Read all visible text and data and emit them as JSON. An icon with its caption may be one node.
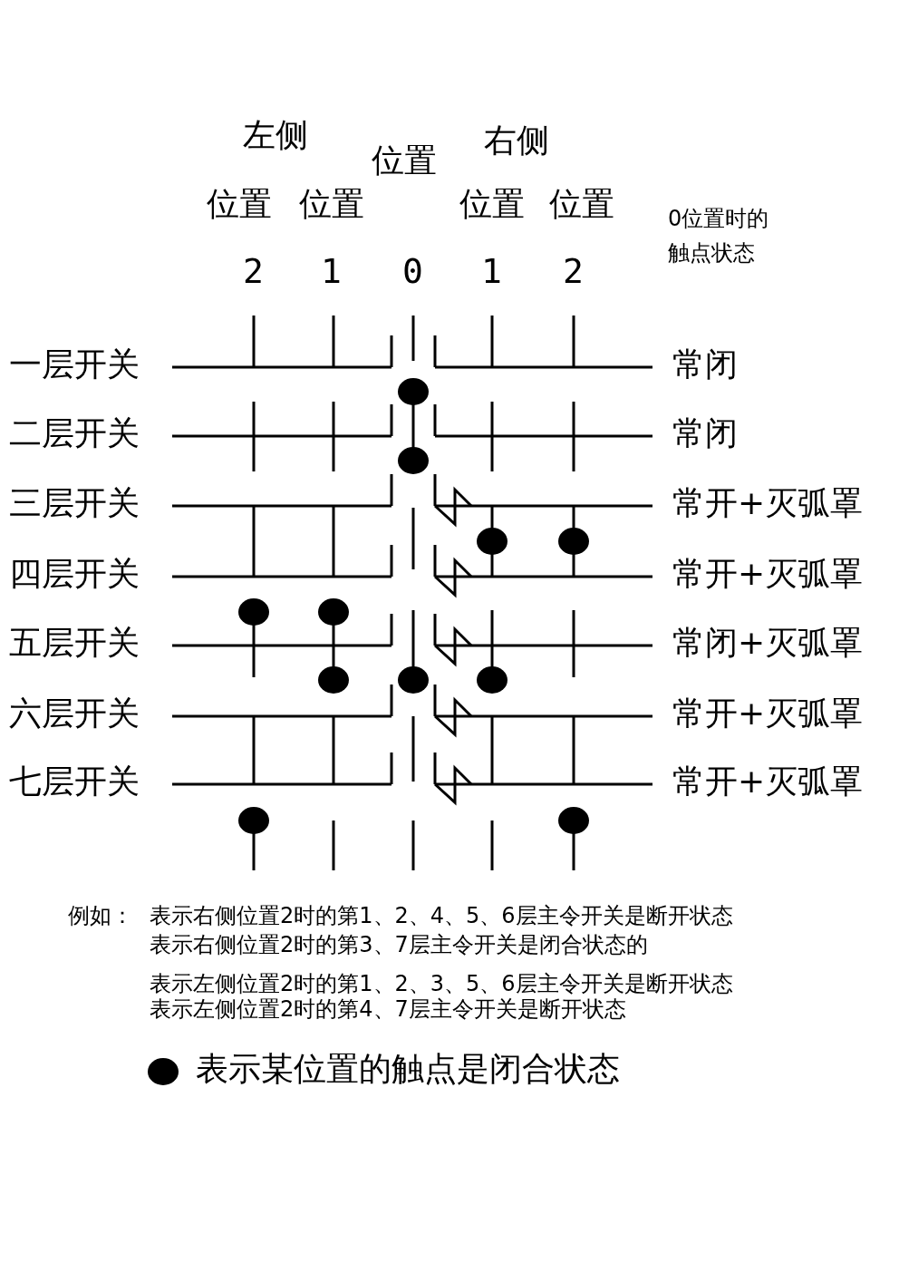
{
  "diagram": {
    "labels": [
      "左侧",
      "右侧",
      "位置",
      "位置",
      "位置",
      "位置",
      "位置",
      "0位置时的触点状态",
      "2",
      "1",
      "0",
      "1",
      "2",
      "一层开关",
      "常闭",
      "二层开关",
      "常闭",
      "三层开关",
      "常开+灭弧罩",
      "四层开关",
      "常开+灭弧罩",
      "五层开关",
      "常闭+灭弧罩",
      "六层开关",
      "常开+灭弧罩",
      "七层开关",
      "常开+灭弧罩",
      "例如：",
      "表示右侧位置2时的第1、2、4、5、6层主令开关是断开状态",
      "表示右侧位置2时的第3、7层主令开关是闭合状态的",
      "表示左侧位置2时的第1、2、3、5、6层主令开关是断开状态",
      "表示左侧位置2时的第4、7层主令开关是断开状态"
    ],
    "legend": [
      {
        "text": "表示某位置的触点是闭合状态"
      }
    ]
  }
}
